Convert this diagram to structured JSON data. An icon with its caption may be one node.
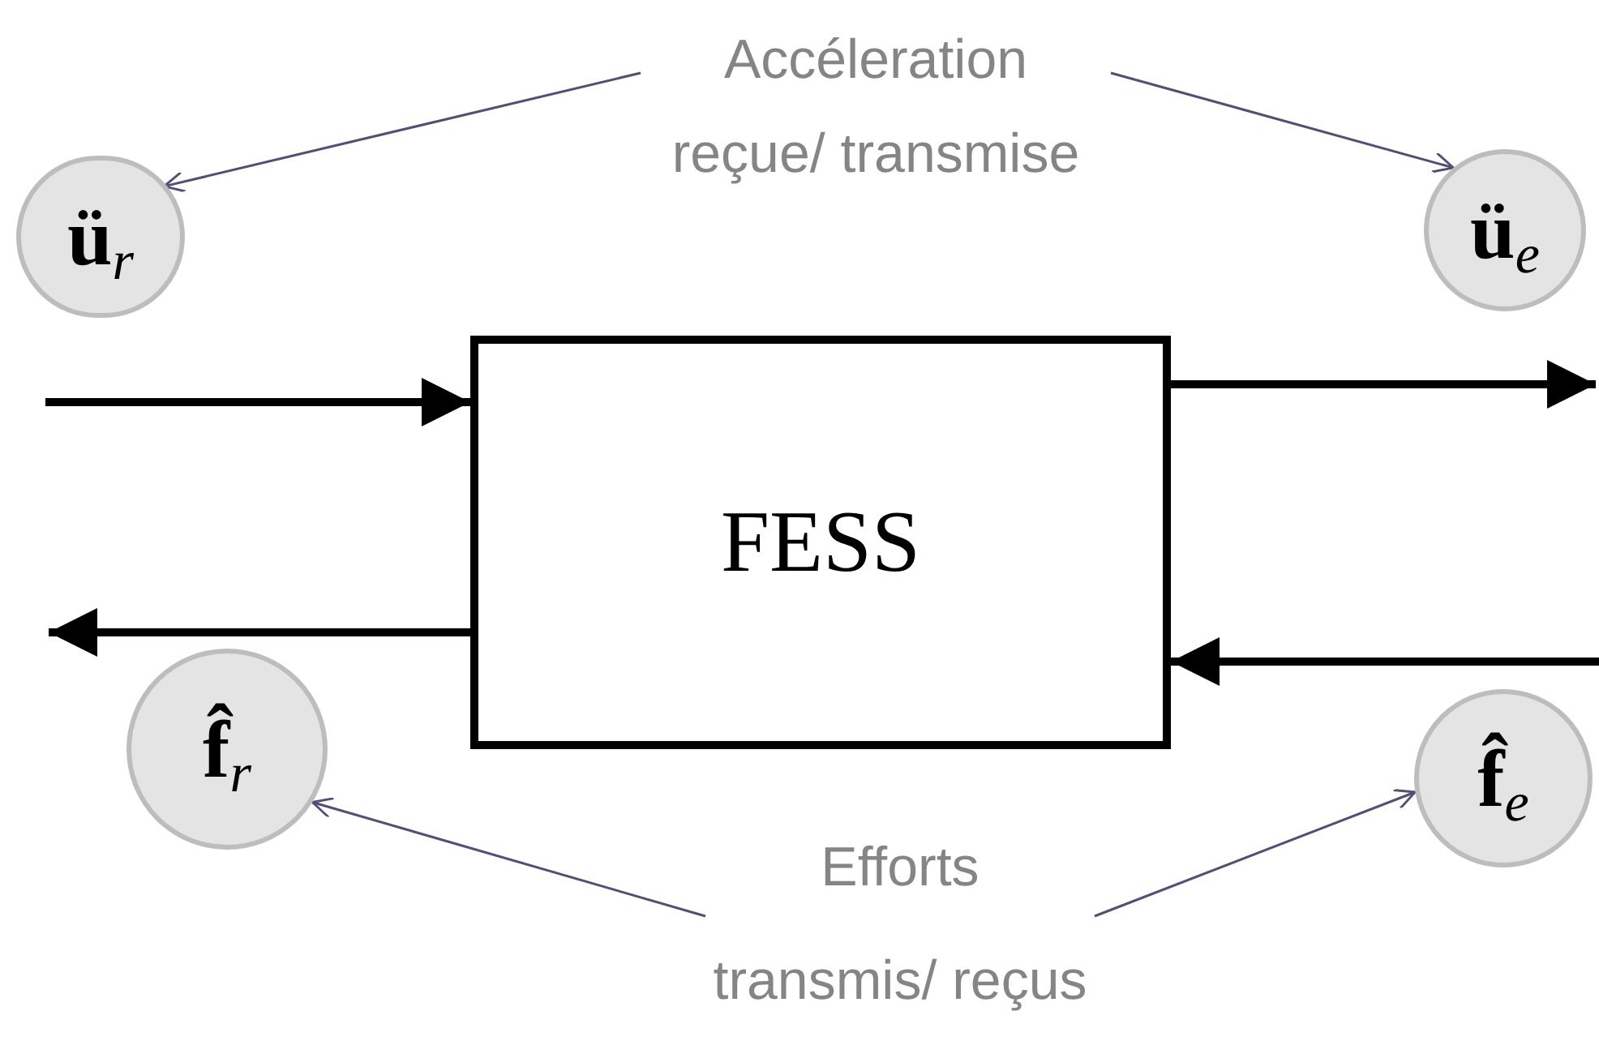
{
  "diagram": {
    "nodes": [
      {
        "text": [
          "Accéleration reçue/ transmise"
        ]
      },
      {
        "text": [
          "**ü**$_{r}$"
        ]
      },
      {
        "text": [
          "**ü**$_{e}$"
        ]
      },
      {
        "text": [
          "FESS"
        ]
      },
      {
        "text": [
          "**f̂**$_{r}$"
        ]
      },
      {
        "text": [
          "**f̂**$_{e}$"
        ]
      },
      {
        "text": [
          "Efforts transmis/ reçus"
        ]
      }
    ],
    "edges": [
      {
        "from": 0,
        "to": 1,
        "arrow": "to",
        "color": "#4f4f7a"
      },
      {
        "from": 0,
        "to": 2,
        "arrow": "to",
        "color": "#4f4f7a"
      },
      {
        "from": null,
        "to": 3,
        "arrow": "to",
        "style": "thick",
        "color": "#000000"
      },
      {
        "from": 3,
        "to": null,
        "arrow": "to",
        "style": "thick",
        "color": "#000000"
      },
      {
        "from": 3,
        "to": null,
        "arrow": "to",
        "style": "thick",
        "color": "#000000"
      },
      {
        "from": null,
        "to": 3,
        "arrow": "to",
        "style": "thick",
        "color": "#000000"
      },
      {
        "from": 6,
        "to": 4,
        "arrow": "to",
        "color": "#4f4f7a"
      },
      {
        "from": 6,
        "to": 5,
        "arrow": "to",
        "color": "#4f4f7a"
      }
    ]
  }
}
